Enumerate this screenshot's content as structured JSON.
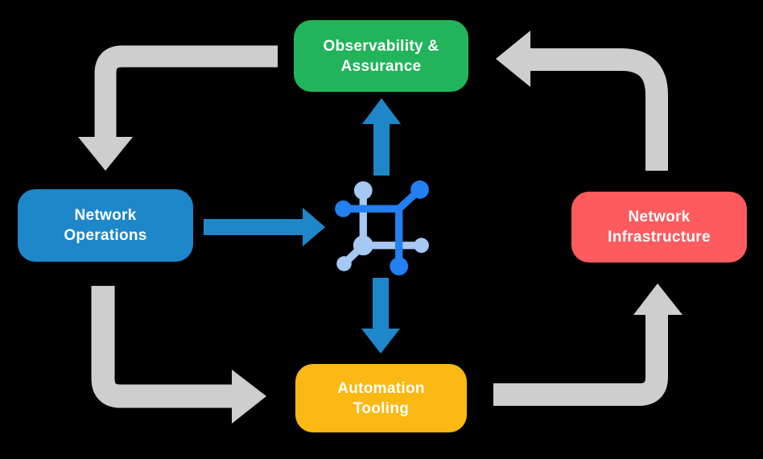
{
  "background": "#000000",
  "nodes": {
    "observability": {
      "line1": "Observability &",
      "line2": "Assurance",
      "color": "#22b45a"
    },
    "operations": {
      "line1": "Network",
      "line2": "Operations",
      "color": "#1e87ca"
    },
    "infrastructure": {
      "line1": "Network",
      "line2": "Infrastructure",
      "color": "#fd5b5e"
    },
    "automation": {
      "line1": "Automation",
      "line2": "Tooling",
      "color": "#fcb813"
    }
  },
  "center_icon": {
    "name": "network-mesh-icon",
    "dark_color": "#2280f0",
    "light_color": "#a5c8f5"
  },
  "arrows": {
    "gray_color": "#cecece",
    "blue_color": "#1e87ca",
    "flows": [
      {
        "from": "observability",
        "to": "operations",
        "style": "gray-elbow"
      },
      {
        "from": "operations",
        "to": "automation",
        "style": "gray-elbow"
      },
      {
        "from": "automation",
        "to": "infrastructure",
        "style": "gray-elbow"
      },
      {
        "from": "infrastructure",
        "to": "observability",
        "style": "gray-elbow"
      },
      {
        "from": "operations",
        "to": "center-icon",
        "style": "blue-straight"
      },
      {
        "from": "center-icon",
        "to": "observability",
        "style": "blue-straight"
      },
      {
        "from": "center-icon",
        "to": "automation",
        "style": "blue-straight"
      }
    ]
  }
}
